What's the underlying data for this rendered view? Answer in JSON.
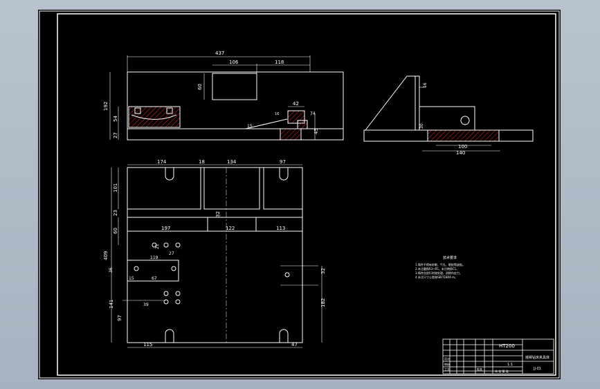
{
  "drawing": {
    "material": "HT200",
    "tech_requirements_title": "技术要求",
    "tech_requirements_lines": [
      "1.铸件不得有砂眼、气孔、裂纹等缺陷。",
      "2.未注圆角R3~R5，未注倒角C1。",
      "3.铸件应进行时效处理，消除内应力。",
      "4.未注尺寸公差按GB/T1804-m。"
    ]
  },
  "front_view": {
    "dims": {
      "overall_length": "437",
      "top_pad_width": "106",
      "top_pad_offset": "118",
      "top_pad_height": "60",
      "overall_height": "192",
      "clamp_height": "54",
      "base_height": "27",
      "right_top": "42",
      "right_side": "74",
      "right_base": "45",
      "slope": "15",
      "slot_w": "16"
    }
  },
  "side_view": {
    "dims": {
      "top_tab": "16",
      "rib_height": "30",
      "width_a": "100",
      "width_b": "140"
    }
  },
  "top_view": {
    "dims": {
      "seg_a": "174",
      "seg_b": "18",
      "seg_c": "134",
      "seg_d": "97",
      "upper_h": "101",
      "gap_h": "23",
      "rail_h": "32",
      "mid_h": "60",
      "overall_h": "409",
      "rail_left": "197",
      "rail_mid": "122",
      "rail_right": "113",
      "hole_a": "21",
      "hole_b": "27",
      "hole_c": "119",
      "hole_d": "67",
      "hole_e": "36",
      "hole_f": "15",
      "hole_g": "39",
      "lower_h": "141",
      "lower_g": "97",
      "right_h": "182",
      "right_slot": "32",
      "bot_left": "115",
      "bot_right": "47"
    }
  },
  "title_block": {
    "material": "HT200",
    "drawing_name": "摇臂钻床夹具体",
    "drawing_number": "JJ-01",
    "labels": [
      "标记",
      "处数",
      "分区",
      "更改文件号",
      "签名",
      "年月日",
      "设计",
      "审核",
      "工艺",
      "标准化",
      "批准"
    ],
    "scale_labels": [
      "阶段标记",
      "重量",
      "比例"
    ],
    "scale_value": "1:1",
    "sheet": "共 张 第 张"
  },
  "colors": {
    "line": "#ffffff",
    "hatch": "#ff2a2a",
    "dim": "#ffffff",
    "background": "#000000"
  }
}
